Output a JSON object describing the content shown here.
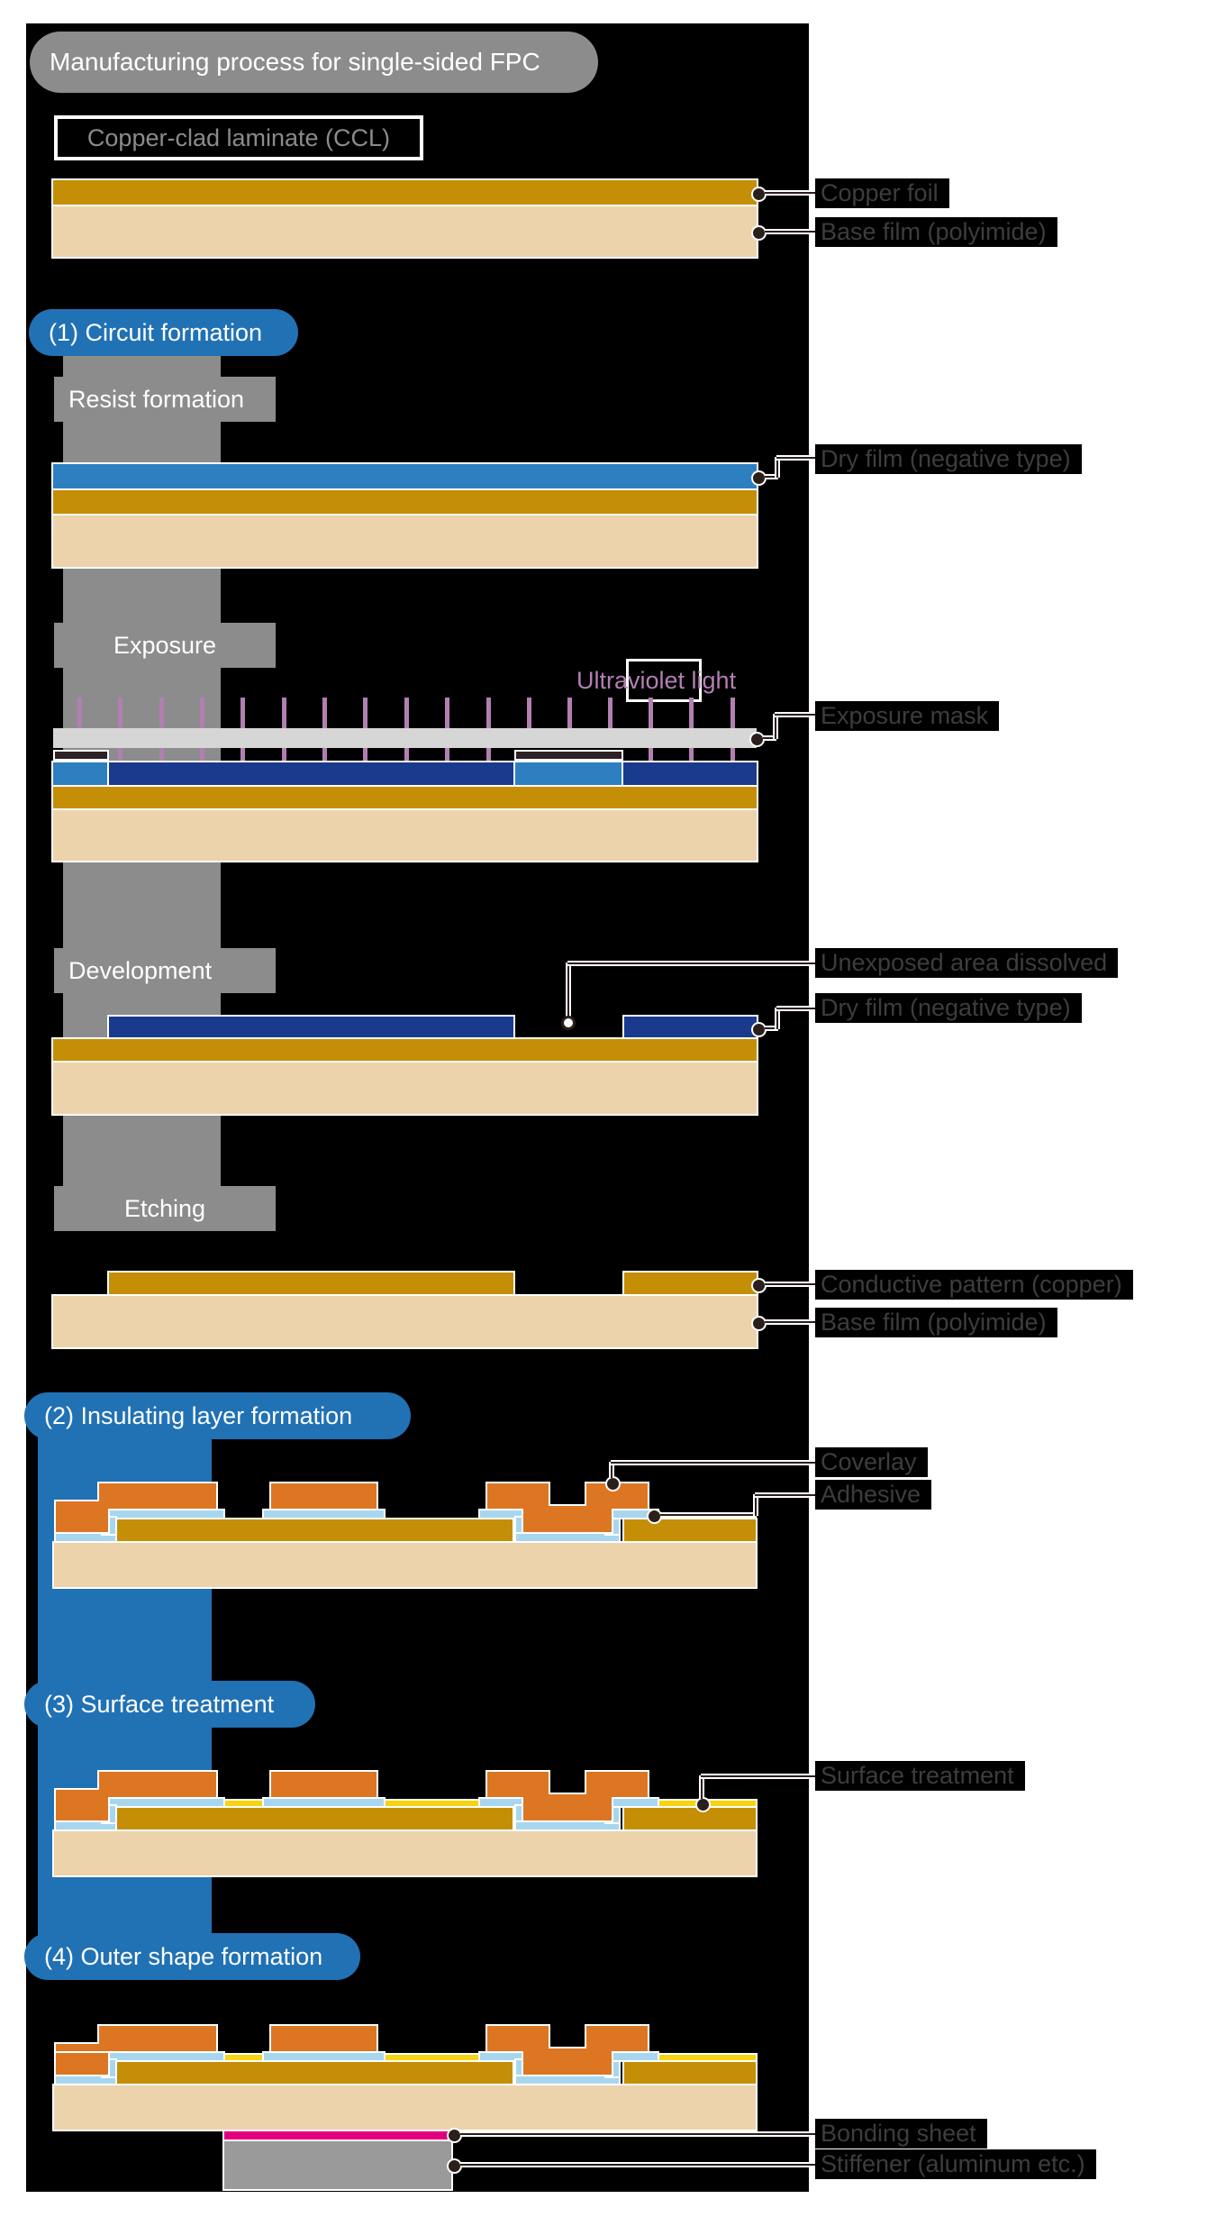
{
  "colors": {
    "bg": "#000000",
    "page": "#ffffff",
    "badge-gray": "#8c8c8c",
    "blue": "#2171b5",
    "copper": "#c48f06",
    "base": "#ecd3ab",
    "dryfilm": "#2e7fc0",
    "exposed": "#1a3a8e",
    "uv": "#b27fb2",
    "mask": "#d6d6d6",
    "maskdark": "#2e2023",
    "coverlay": "#dc7623",
    "adhesive": "#a7d7ef",
    "surface": "#f6d411",
    "bonding": "#e3007f",
    "stiffener": "#9a9a9a",
    "label-bg": "#000000",
    "label-text": "#3d3d3d",
    "ccl-text": "#8b8b8b",
    "leader-core": "#2b1f1b"
  },
  "title": "Manufacturing process for single-sided FPC",
  "ccl": "Copper-clad laminate (CCL)",
  "uv_label": "Ultraviolet light",
  "steps": [
    "(1) Circuit formation",
    "(2) Insulating layer formation",
    "(3) Surface treatment",
    "(4) Outer shape formation"
  ],
  "process_boxes": [
    "Resist formation",
    "Exposure",
    "Development",
    "Etching"
  ],
  "labels": [
    "Copper foil",
    "Base film (polyimide)",
    "Dry film (negative type)",
    "Exposure mask",
    "Unexposed area dissolved",
    "Dry film (negative type)",
    "Conductive pattern (copper)",
    "Base film (polyimide)",
    "Coverlay",
    "Adhesive",
    "Surface treatment",
    "Bonding sheet",
    "Stiffener (aluminum etc.)"
  ]
}
